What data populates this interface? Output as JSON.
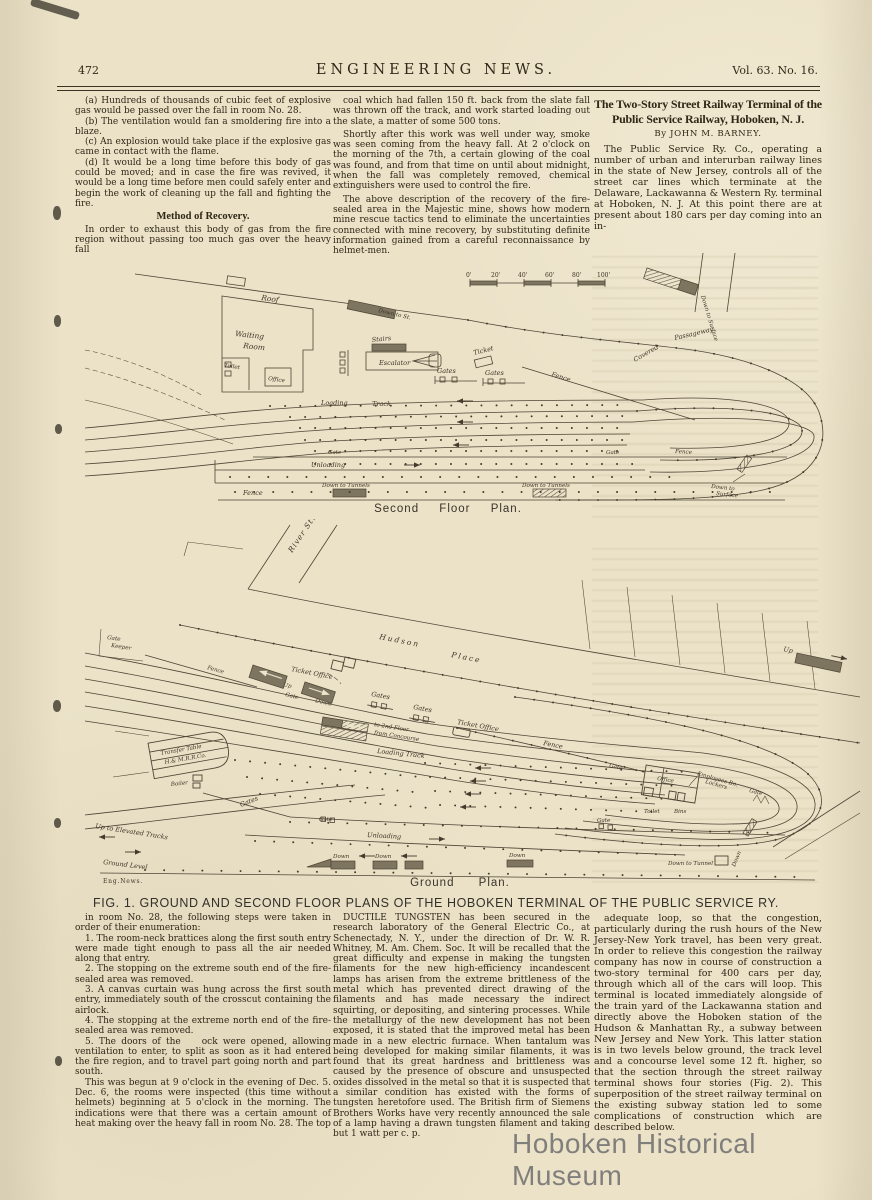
{
  "header": {
    "page_number": "472",
    "journal_title": "ENGINEERING NEWS.",
    "issue": "Vol. 63.  No. 16."
  },
  "top": {
    "left": {
      "items": [
        "(a) Hundreds of thousands of cubic feet of explosive gas would be passed over the fall in room No. 28.",
        "(b) The ventilation would fan a smoldering fire into a blaze.",
        "(c) An explosion would take place if the explosive gas came in contact with the flame.",
        "(d) It would be a long time before this body of gas could be moved; and in case the fire was revived, it would be a long time before men could safely enter and begin the work of cleaning up the fall and fighting the fire."
      ],
      "heading": "Method of Recovery.",
      "para": "In order to exhaust this body of gas from the fire region without passing too much gas over the heavy fall"
    },
    "middle": {
      "paras": [
        "coal which had fallen 150 ft. back from the slate fall was thrown off the track, and work started loading out the slate, a matter of some 500 tons.",
        "Shortly after this work was well under way, smoke was seen coming from the heavy fall. At 2 o'clock on the morning of the 7th, a certain glowing of the coal was found, and from that time on until about midnight, when the fall was completely removed, chemical extinguishers were used to control the fire.",
        "The above description of the recovery of the fire-sealed area in the Majestic mine, shows how modern mine rescue tactics tend to eliminate the uncertainties connected with mine recovery, by substituting definite information gained from a careful reconnaissance by helmet-men."
      ]
    },
    "article": {
      "title": "The Two-Story Street Railway Terminal of the Public Service Railway, Hoboken, N. J.",
      "byline": "By JOHN M. BARNEY.",
      "para": "The Public Service Ry. Co., operating a number of urban and interurban railway lines in the state of New Jersey, controls all of the street car lines which terminate at the Delaware, Lackawanna & Western Ry. terminal at Hoboken, N. J. At this point there are at present about 180 cars per day coming into an in-"
    }
  },
  "figure": {
    "fig_caption": "FIG. 1.   GROUND AND SECOND FLOOR PLANS OF THE HOBOKEN TERMINAL OF THE PUBLIC SERVICE RY.",
    "credit": "Eng.News.",
    "scale_ticks": [
      "0'",
      "20'",
      "40'",
      "60'",
      "80'",
      "100'"
    ],
    "second_floor": {
      "caption": "Second Floor Plan.",
      "labels": {
        "roof": "Roof",
        "waiting1": "Waiting",
        "waiting2": "Room",
        "toilet": "Toilet",
        "office": "Office",
        "stairs": "Stairs",
        "escalator": "Escalator",
        "down_st": "Down to St.",
        "ticket": "Ticket",
        "gates1": "Gates",
        "gates2": "Gates",
        "fence_t": "Fence",
        "covered": "Covered",
        "passageway": "Passageway",
        "down_surface_t": "Down to Surface",
        "loading": "Loading",
        "track": "Track",
        "gate_l": "Gate",
        "gate_r": "Gate",
        "fence_r": "Fence",
        "unloading": "Unloading",
        "fence_b": "Fence",
        "tunnels1": "Down to Tunnels",
        "tunnels2": "Down to Tunnels",
        "down_surf1": "Down to",
        "down_surf2": "Surface"
      }
    },
    "ground": {
      "caption": "Ground Plan.",
      "labels": {
        "river_st": "River  St.",
        "hudson": "Hudson",
        "place": "Place",
        "up_ramp": "Up",
        "gate_keeper1": "Gate",
        "gate_keeper2": "Keeper",
        "fence_l": "Fence",
        "ticket_office_l": "Ticket Office",
        "up_s": "Up",
        "gate_s": "Gate",
        "down_s": "Down",
        "gates_a": "Gates",
        "gates_b": "Gates",
        "to_2nd": "to 2nd Floor",
        "from_conc": "from Concourse",
        "loading_track": "Loading   Track",
        "tt1": "Transfer Table",
        "tt2": "H.& M.R.R.Co.",
        "boiler": "Boiler",
        "gates_c": "Gates",
        "ticket_office_r": "Ticket Office",
        "fence_r": "Fence",
        "gate_m": "Gate",
        "office": "Office",
        "emp1": "Employees Bn.",
        "emp2": "Lockers",
        "toilet": "Toilet",
        "bins": "Bins",
        "gate_r": "Gate",
        "gate_b1": "Gate",
        "gate_b2": "Gate",
        "up_elev": "Up to Elevated Tracks",
        "ground_level": "Ground Level",
        "unloading": "Unloading",
        "down1": "Down",
        "down2": "Down",
        "down3": "Down",
        "down4": "Down",
        "down_tunnel": "Down to Tunnel",
        "down5": "Down"
      }
    }
  },
  "bottom": {
    "col1": {
      "paras": [
        "in room No. 28, the following steps were taken in order of their enumeration:",
        "1. The room-neck brattices along the first south entry were made tight enough to pass all the air needed along that entry.",
        "2. The stopping on the extreme south end of the fire-sealed area was removed.",
        "3. A canvas curtain was hung across the first south entry, immediately south of the crosscut containing the airlock.",
        "4. The stopping at the extreme north end of the fire-sealed area was removed.",
        "5. The doors of the    ock were opened, allowing ventilation to enter, to split as soon as it had entered the fire region, and to travel part going north and part south.",
        "This was begun at 9 o'clock in the evening of Dec. 5. Dec. 6, the rooms were inspected (this time without helmets) beginning at 5 o'clock in the morning. The indications were that there was a certain amount of heat making over the heavy fall in room No. 28. The top"
      ]
    },
    "col2": {
      "paras": [
        "DUCTILE TUNGSTEN has been secured in the research laboratory of the General Electric Co., at Schenectady, N. Y., under the direction of Dr. W. R. Whitney, M. Am. Chem. Soc. It will be recalled that the great difficulty and expense in making the tungsten filaments for the new high-efficiency incandescent lamps has arisen from the extreme brittleness of the metal which has prevented direct drawing of the filaments and has made necessary the indirect squirting, or depositing, and sintering processes. While the metallurgy of the new development has not been exposed, it is stated that the improved metal has been made in a new electric furnace. When tantalum was being developed for making similar filaments, it was found that its great hardness and brittleness was caused by the presence of obscure and unsuspected oxides dissolved in the metal so that it is suspected that a similar condition has existed with the forms of tungsten heretofore used. The British firm of Siemens Brothers Works have very recently announced the sale of a lamp having a drawn tungsten filament and taking but 1 watt per c. p."
      ]
    },
    "col3": {
      "paras": [
        "adequate loop, so that the congestion, particularly during the rush hours of the New Jersey-New York travel, has been very great. In order to relieve this congestion the railway company has now in course of construction a two-story terminal for 400 cars per day, through which all of the cars will loop. This terminal is located immediately alongside of the train yard of the Lackawanna station and directly above the Hoboken station of the Hudson & Manhattan Ry., a subway between New Jersey and New York. This latter station is in two levels below ground, the track level and a concourse level some 12 ft. higher, so that the section through the street railway terminal shows four stories (Fig. 2). This superposition of the street railway terminal on the existing subway station led to some complications of construction which are described below."
      ]
    }
  },
  "watermark": "Hoboken Historical Museum"
}
